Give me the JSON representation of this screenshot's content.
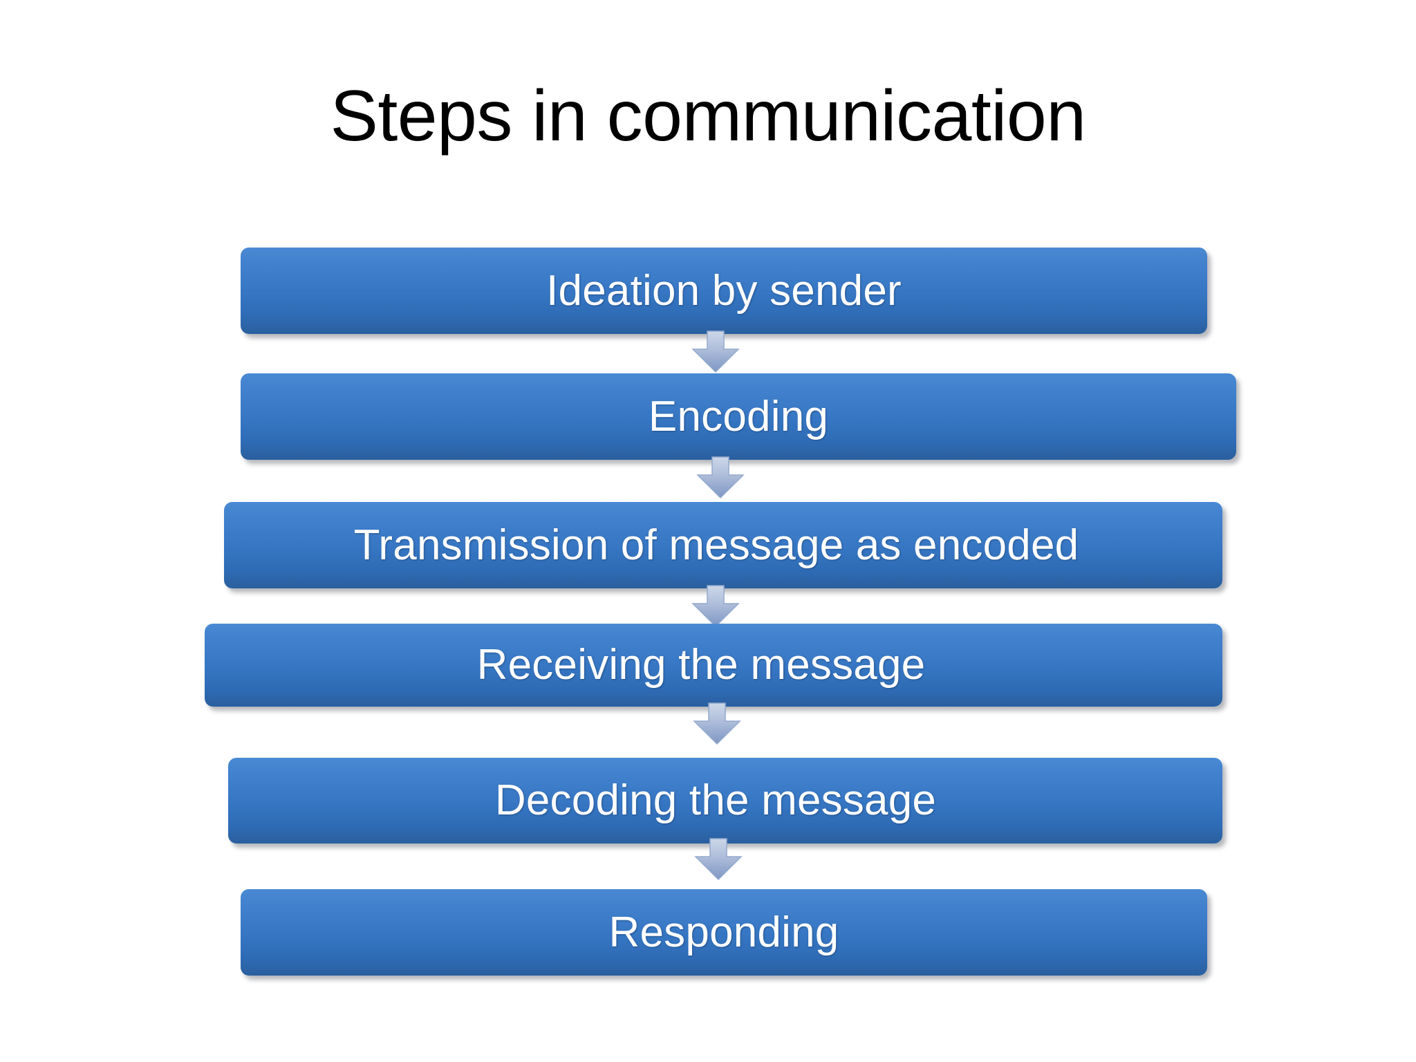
{
  "slide": {
    "title": "Steps in communication",
    "background_color": "#ffffff",
    "title_color": "#000000"
  },
  "theme": {
    "box_gradient_top": "#4a8ad4",
    "box_gradient_bottom": "#2a5f9e",
    "box_text_color": "#ffffff",
    "arrow_fill_top": "#c3cee4",
    "arrow_fill_bottom": "#7e97c4",
    "arrow_stroke": "#93a9cd",
    "shadow_color": "#5a5f69"
  },
  "chart_data": {
    "type": "diagram",
    "subtype": "vertical-process-flow",
    "title": "Steps in communication",
    "orientation": "top-to-bottom",
    "connector": "down-arrow",
    "step_count": 6,
    "steps": [
      {
        "index": 1,
        "label": "Ideation by sender"
      },
      {
        "index": 2,
        "label": "Encoding"
      },
      {
        "index": 3,
        "label": "Transmission of message as encoded"
      },
      {
        "index": 4,
        "label": "Receiving the message"
      },
      {
        "index": 5,
        "label": "Decoding the message"
      },
      {
        "index": 6,
        "label": "Responding"
      }
    ]
  },
  "flow": {
    "steps": [
      {
        "label": "Ideation by sender"
      },
      {
        "label": "Encoding"
      },
      {
        "label": "Transmission of message as encoded"
      },
      {
        "label": "Receiving the message"
      },
      {
        "label": "Decoding the message"
      },
      {
        "label": "Responding"
      }
    ],
    "arrows": [
      {
        "name": "arrow-1-to-2"
      },
      {
        "name": "arrow-2-to-3"
      },
      {
        "name": "arrow-3-to-4"
      },
      {
        "name": "arrow-4-to-5"
      },
      {
        "name": "arrow-5-to-6"
      }
    ]
  }
}
